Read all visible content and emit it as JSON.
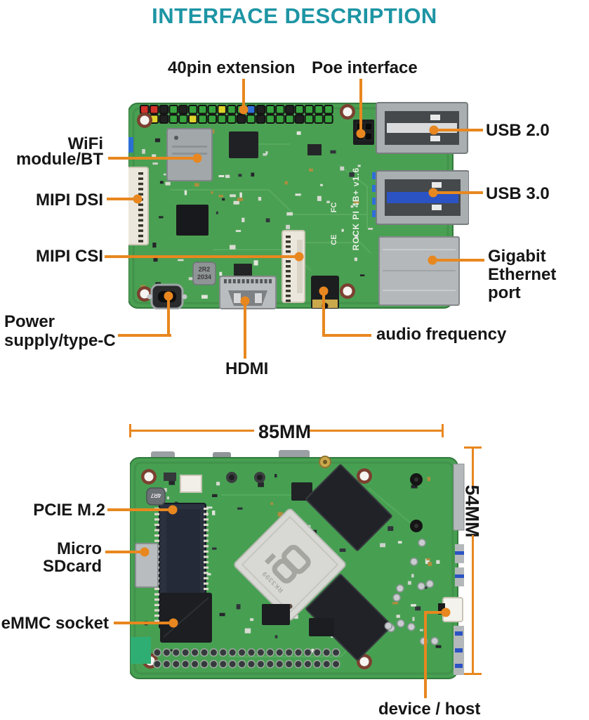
{
  "title": "INTERFACE DESCRIPTION",
  "colors": {
    "accent_teal": "#1d95a4",
    "leader_orange": "#e8871f",
    "label_text": "#161616",
    "pcb_green_top": "#4aa052",
    "pcb_green_bottom": "#47a052"
  },
  "top_board": {
    "silkscreen": "ROCK PI 4B+ v1.6",
    "cert_marks": [
      "FC",
      "CE"
    ],
    "inductor_marking_line1": "2R2",
    "inductor_marking_line2": "2034",
    "gpio_top_row_colors": [
      "#d03128",
      "#d03128",
      "#202020",
      "#37a33e",
      "#202020",
      "#37a33e",
      "#37a33e",
      "#37a33e",
      "#ddd32b",
      "#37a33e",
      "#37a33e",
      "#2f6fd8",
      "#202020",
      "#37a33e",
      "#37a33e",
      "#202020",
      "#37a33e",
      "#37a33e",
      "#37a33e",
      "#37a33e"
    ],
    "gpio_bottom_row_colors": [
      "#d03128",
      "#ddd32b",
      "#202020",
      "#37a33e",
      "#37a33e",
      "#ddd32b",
      "#37a33e",
      "#37a33e",
      "#37a33e",
      "#37a33e",
      "#202020",
      "#37a33e",
      "#202020",
      "#37a33e",
      "#37a33e",
      "#37a33e",
      "#202020",
      "#37a33e",
      "#37a33e",
      "#37a33e"
    ],
    "labels": {
      "pin40": "40pin extension",
      "poe": "Poe interface",
      "wifi": "WiFi\nmodule/BT",
      "mipi_dsi": "MIPI DSI",
      "mipi_csi": "MIPI CSI",
      "power": "Power\nsupply/type-C",
      "hdmi": "HDMI",
      "audio": "audio frequency",
      "usb2": "USB 2.0",
      "usb3": "USB 3.0",
      "ethernet": "Gigabit\nEthernet port"
    }
  },
  "bottom_board": {
    "soc_marking": "RK3399",
    "inductor_marking": "4R7",
    "labels": {
      "pcie": "PCIE M.2",
      "sd": "Micro SDcard",
      "emmc": "eMMC socket",
      "device_host": "device / host"
    },
    "dimensions": {
      "width": "85MM",
      "height": "54MM"
    }
  }
}
